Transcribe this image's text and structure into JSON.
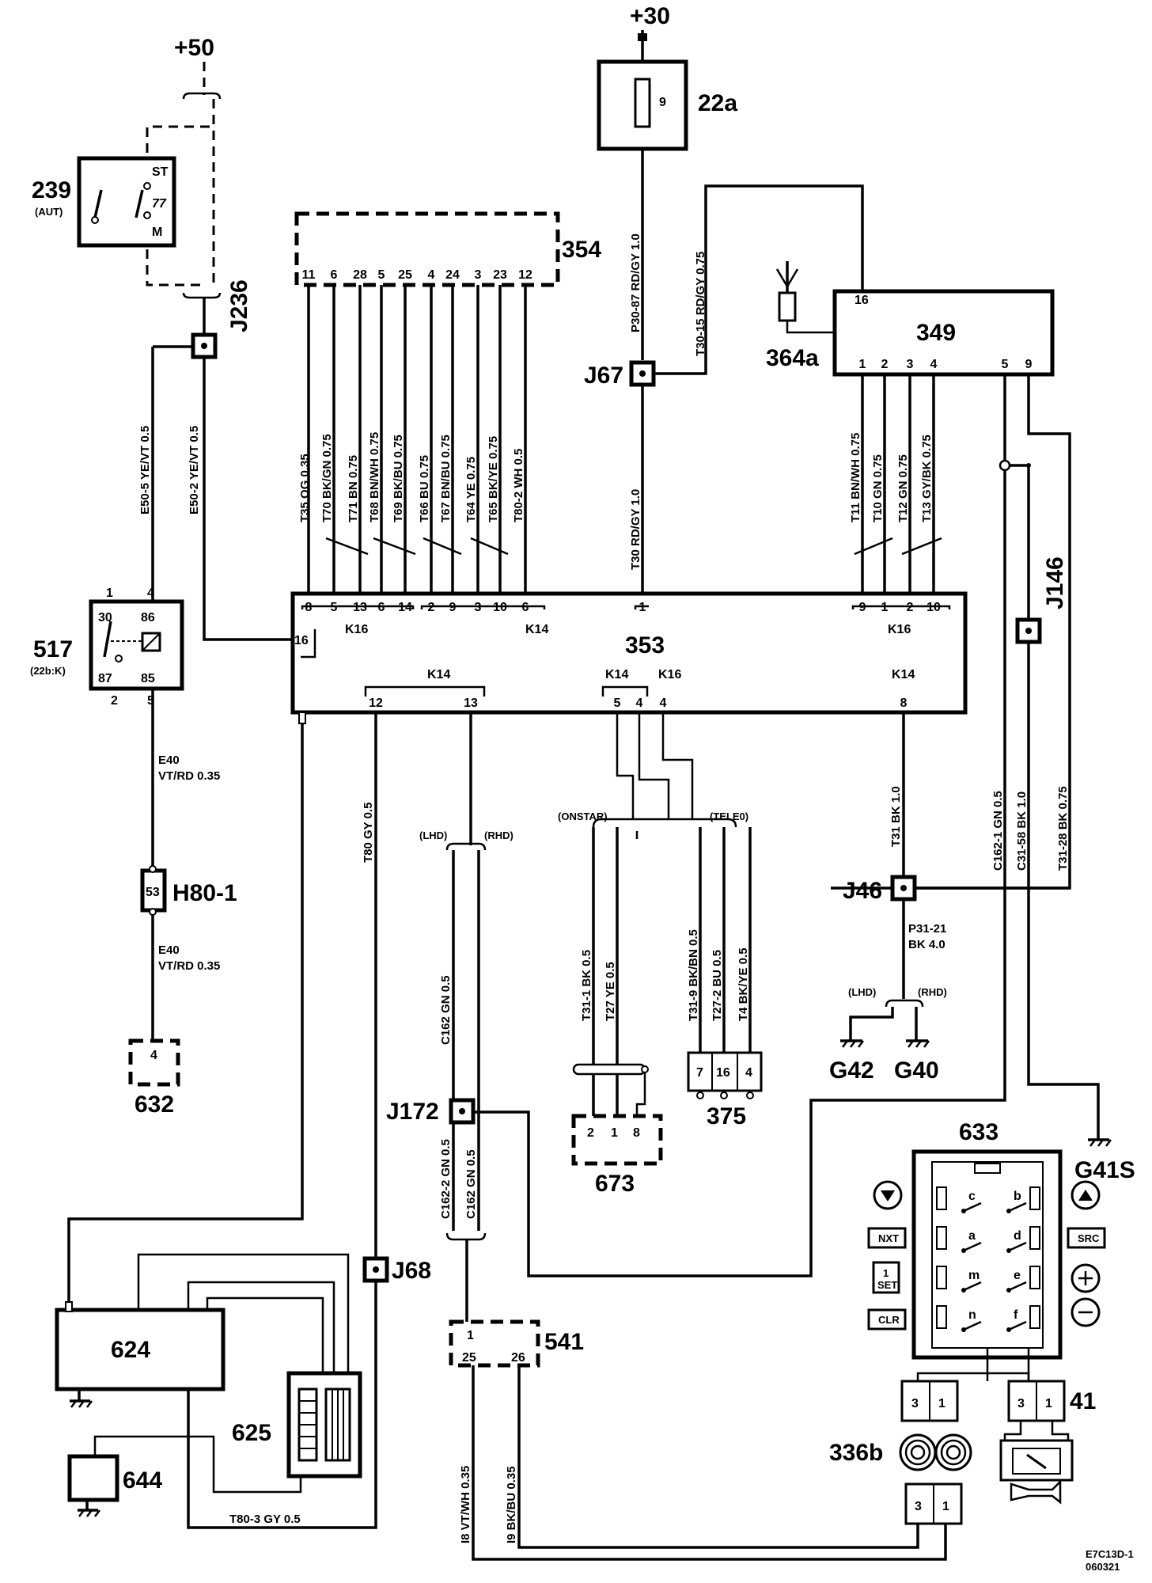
{
  "supply": {
    "plus50": "+50",
    "plus30": "+30"
  },
  "components": {
    "c239": "239",
    "c239_sub": "(AUT)",
    "c239_st": "ST",
    "c239_77": "77",
    "c239_m": "M",
    "c22a": "22a",
    "c22a_pin": "9",
    "c354": "354",
    "c349": "349",
    "c364a": "364a",
    "c353": "353",
    "c517": "517",
    "c517_sub": "(22b:K)",
    "H80": "H80-1",
    "H80_pin": "53",
    "c632": "632",
    "c632_pin": "4",
    "c375": "375",
    "c673": "673",
    "c633": "633",
    "c541": "541",
    "c624": "624",
    "c625": "625",
    "c644": "644",
    "c41": "41",
    "c336b": "336b",
    "G42": "G42",
    "G40": "G40",
    "G41S": "G41S"
  },
  "junctions": {
    "J236": "J236",
    "J67": "J67",
    "J146": "J146",
    "J46": "J46",
    "J172": "J172",
    "J68": "J68"
  },
  "connectors": {
    "K16": "K16",
    "K14": "K14"
  },
  "side_labels": {
    "LHD": "(LHD)",
    "RHD": "(RHD)",
    "ONSTAR": "(ONSTAR)",
    "TELE0": "(TELE0)"
  },
  "wires": {
    "E50_5": "E50-5  YE/VT  0.5",
    "E50_2": "E50-2  YE/VT  0.5",
    "P30_87": "P30-87   RD/GY  1.0",
    "T30_15": "T30-15  RD/GY  0.75",
    "T30": "T30   RD/GY  1.0",
    "T35": "T35   OG  0.35",
    "T70": "T70  BK/GN  0.75",
    "T71": "T71   BN  0.75",
    "T68": "T68  BN/WH  0.75",
    "T69": "T69  BK/BU  0.75",
    "T66": "T66   BU  0.75",
    "T67": "T67  BN/BU  0.75",
    "T64": "T64   YE  0.75",
    "T65": "T65  BK/YE  0.75",
    "T80_2": "T80-2   WH  0.5",
    "T11": "T11  BN/WH  0.75",
    "T10": "T10   GN  0.75",
    "T12": "T12   GN  0.75",
    "T13": "T13  GY/BK  0.75",
    "E40a_1": "E40",
    "E40a_2": "VT/RD 0.35",
    "E40b_1": "E40",
    "E40b_2": "VT/RD 0.35",
    "T80": "T80    GY   0.5",
    "T31": "T31  BK  1.0",
    "C162_1": "C162-1  GN  0.5",
    "C31_58": "C31-58  BK  1.0",
    "T31_28": "T31-28  BK  0.75",
    "P31_21a": "P31-21",
    "P31_21b": "BK 4.0",
    "C162": "C162   GN   0.5",
    "C162_2": "C162-2   GN   0.5",
    "C162b": "C162   GN   0.5",
    "T31_1": "T31-1  BK   0.5",
    "T27": "T27   YE  0.5",
    "T31_9": "T31-9  BK/BN  0.5",
    "T27_2": "T27-2   BU  0.5",
    "T4": "T4  BK/YE  0.5",
    "T80_3": "T80-3    GY    0.5",
    "I8": "I8   VT/WH  0.35",
    "I9": "I9   BK/BU  0.35"
  },
  "pins": {
    "p354": [
      "11",
      "6",
      "28",
      "5",
      "25",
      "4",
      "24",
      "3",
      "23",
      "12"
    ],
    "p353_k16_left": [
      "8",
      "5",
      "13",
      "6",
      "14"
    ],
    "p353_k14_top": [
      "2",
      "9",
      "3",
      "10",
      "6",
      "1"
    ],
    "p353_k16_right": [
      "9",
      "1",
      "2",
      "10"
    ],
    "p353_16": "16",
    "p353_bottom": [
      "12",
      "13",
      "5",
      "4",
      "4",
      "8"
    ],
    "p349": [
      "1",
      "2",
      "3",
      "4",
      "5",
      "9"
    ],
    "p349_16": "16",
    "p517": [
      "1",
      "4",
      "30",
      "86",
      "87",
      "85",
      "2",
      "5"
    ],
    "p375": [
      "7",
      "16",
      "4"
    ],
    "p673": [
      "2",
      "1",
      "8"
    ],
    "p541": [
      "1",
      "25",
      "26"
    ],
    "p336_top": [
      "3",
      "1"
    ],
    "p336_bottom": [
      "3",
      "1"
    ],
    "p41": [
      "3",
      "1"
    ]
  },
  "c633_buttons": {
    "nxt": "NXT",
    "set_1": "1",
    "set_2": "SET",
    "clr": "CLR",
    "src": "SRC"
  },
  "c633_switches": [
    "c",
    "b",
    "a",
    "d",
    "m",
    "e",
    "n",
    "f"
  ],
  "footer": {
    "code": "E7C13D-1",
    "date": "060321"
  }
}
